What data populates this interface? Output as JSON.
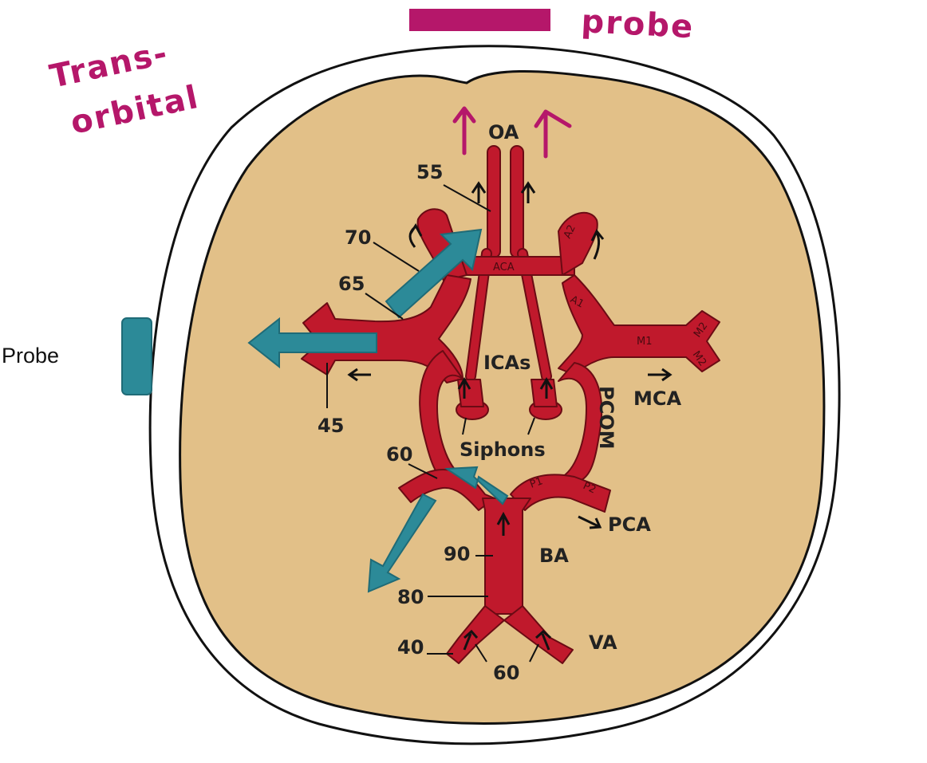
{
  "annotations": {
    "probe_top": "probe",
    "transorbital_line1": "Trans-",
    "transorbital_line2": "orbital",
    "probe_side": "Probe"
  },
  "vessels": {
    "oa": "OA",
    "aca": "ACA",
    "a1": "A1",
    "a2": "A2",
    "m1": "M1",
    "m2_upper": "M2",
    "m2_lower": "M2",
    "icas": "ICAs",
    "siphons": "Siphons",
    "pcom": "PCOM",
    "mca": "MCA",
    "pca": "PCA",
    "p1": "P1",
    "p2": "P2",
    "ba": "BA",
    "va": "VA"
  },
  "depths": {
    "d55": "55",
    "d70": "70",
    "d65": "65",
    "d45": "45",
    "d60_left": "60",
    "d90": "90",
    "d80": "80",
    "d40": "40",
    "d60_bottom": "60"
  },
  "colors": {
    "skull_fill": "#e2c088",
    "artery": "#c0192c",
    "beam": "#2c8a98",
    "annotation": "#b5176a"
  }
}
